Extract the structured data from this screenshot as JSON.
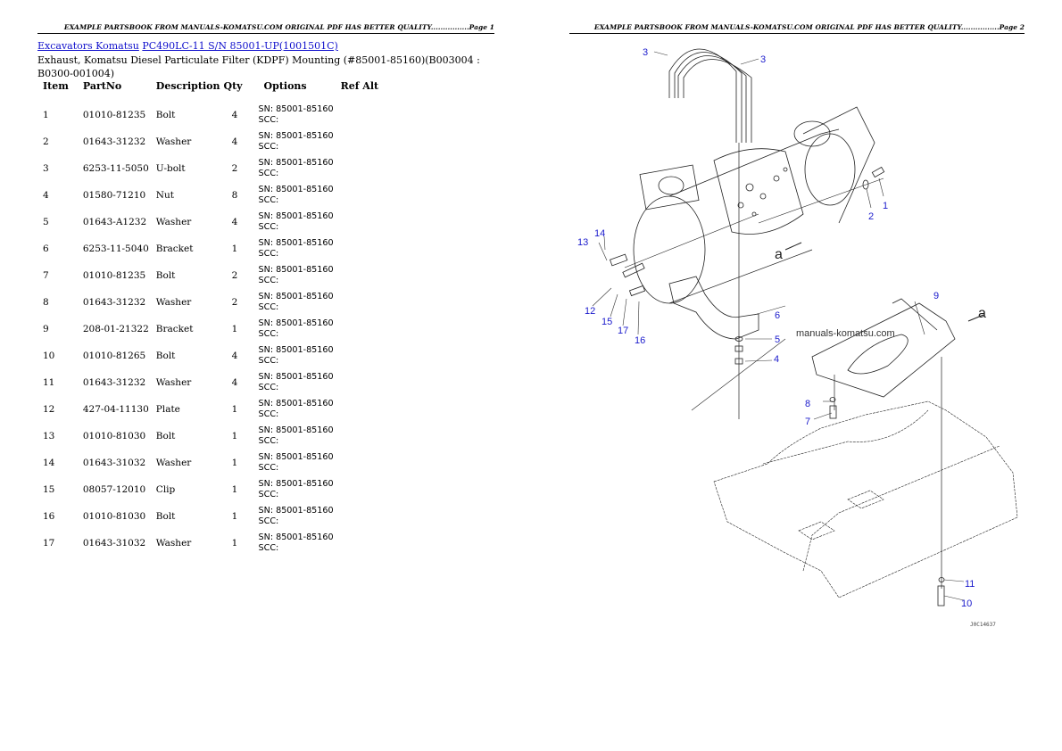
{
  "pages": [
    {
      "header": "EXAMPLE PARTSBOOK FROM MANUALS-KOMATSU.COM ORIGINAL PDF HAS BETTER QUALITY................Page 1"
    },
    {
      "header": "EXAMPLE PARTSBOOK FROM MANUALS-KOMATSU.COM ORIGINAL PDF HAS BETTER QUALITY................Page 2"
    }
  ],
  "breadcrumb": {
    "category": "Excavators Komatsu",
    "model": "PC490LC-11 S/N 85001-UP(1001501C)"
  },
  "section_title": "Exhaust, Komatsu Diesel Particulate Filter (KDPF) Mounting (#85001-85160)(B003004 : B0300-001004)",
  "table": {
    "headers": [
      "Item",
      "PartNo",
      "Description",
      "Qty",
      "Options",
      "Ref Alt"
    ],
    "rows": [
      {
        "item": "1",
        "partno": "01010-81235",
        "desc": "Bolt",
        "qty": "4",
        "sn": "SN: 85001-85160",
        "scc": "SCC:"
      },
      {
        "item": "2",
        "partno": "01643-31232",
        "desc": "Washer",
        "qty": "4",
        "sn": "SN: 85001-85160",
        "scc": "SCC:"
      },
      {
        "item": "3",
        "partno": "6253-11-5050",
        "desc": "U-bolt",
        "qty": "2",
        "sn": "SN: 85001-85160",
        "scc": "SCC:"
      },
      {
        "item": "4",
        "partno": "01580-71210",
        "desc": "Nut",
        "qty": "8",
        "sn": "SN: 85001-85160",
        "scc": "SCC:"
      },
      {
        "item": "5",
        "partno": "01643-A1232",
        "desc": "Washer",
        "qty": "4",
        "sn": "SN: 85001-85160",
        "scc": "SCC:"
      },
      {
        "item": "6",
        "partno": "6253-11-5040",
        "desc": "Bracket",
        "qty": "1",
        "sn": "SN: 85001-85160",
        "scc": "SCC:"
      },
      {
        "item": "7",
        "partno": "01010-81235",
        "desc": "Bolt",
        "qty": "2",
        "sn": "SN: 85001-85160",
        "scc": "SCC:"
      },
      {
        "item": "8",
        "partno": "01643-31232",
        "desc": "Washer",
        "qty": "2",
        "sn": "SN: 85001-85160",
        "scc": "SCC:"
      },
      {
        "item": "9",
        "partno": "208-01-21322",
        "desc": "Bracket",
        "qty": "1",
        "sn": "SN: 85001-85160",
        "scc": "SCC:"
      },
      {
        "item": "10",
        "partno": "01010-81265",
        "desc": "Bolt",
        "qty": "4",
        "sn": "SN: 85001-85160",
        "scc": "SCC:"
      },
      {
        "item": "11",
        "partno": "01643-31232",
        "desc": "Washer",
        "qty": "4",
        "sn": "SN: 85001-85160",
        "scc": "SCC:"
      },
      {
        "item": "12",
        "partno": "427-04-11130",
        "desc": "Plate",
        "qty": "1",
        "sn": "SN: 85001-85160",
        "scc": "SCC:"
      },
      {
        "item": "13",
        "partno": "01010-81030",
        "desc": "Bolt",
        "qty": "1",
        "sn": "SN: 85001-85160",
        "scc": "SCC:"
      },
      {
        "item": "14",
        "partno": "01643-31032",
        "desc": "Washer",
        "qty": "1",
        "sn": "SN: 85001-85160",
        "scc": "SCC:"
      },
      {
        "item": "15",
        "partno": "08057-12010",
        "desc": "Clip",
        "qty": "1",
        "sn": "SN: 85001-85160",
        "scc": "SCC:"
      },
      {
        "item": "16",
        "partno": "01010-81030",
        "desc": "Bolt",
        "qty": "1",
        "sn": "SN: 85001-85160",
        "scc": "SCC:"
      },
      {
        "item": "17",
        "partno": "01643-31032",
        "desc": "Washer",
        "qty": "1",
        "sn": "SN: 85001-85160",
        "scc": "SCC:"
      }
    ]
  },
  "diagram": {
    "callouts": [
      "3",
      "3",
      "1",
      "2",
      "14",
      "13",
      "12",
      "15",
      "17",
      "16",
      "6",
      "5",
      "4",
      "9",
      "8",
      "7",
      "11",
      "10"
    ],
    "view_markers": [
      "a",
      "a"
    ],
    "watermark": "manuals-komatsu.com",
    "figure_code": "J0C14637"
  }
}
